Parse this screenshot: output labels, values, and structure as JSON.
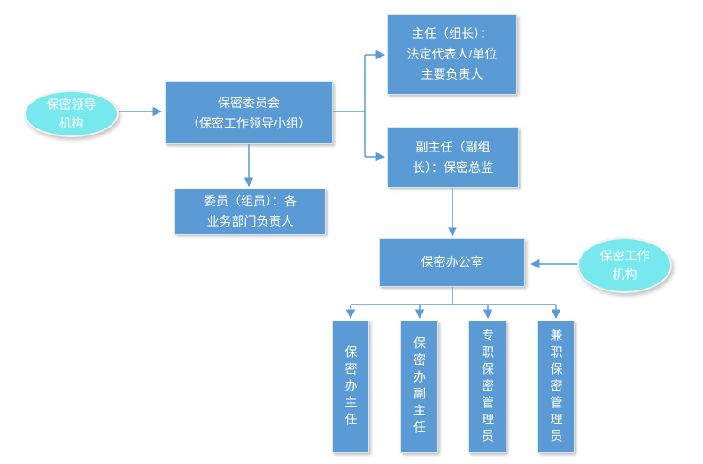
{
  "diagram": {
    "ellipses": {
      "leadership": {
        "lines": [
          "保密领导",
          "机构"
        ]
      },
      "work": {
        "lines": [
          "保密工作",
          "机构"
        ]
      }
    },
    "boxes": {
      "committee": {
        "lines": [
          "保密委员会",
          "（保密工作领导小组）"
        ]
      },
      "director": {
        "lines": [
          "主任（组长）：",
          "法定代表人/单位",
          "主要负责人"
        ]
      },
      "deputy": {
        "lines": [
          "副主任（副组",
          "长）：保密总监"
        ]
      },
      "members": {
        "lines": [
          "委员（组员）：各",
          "业务部门负责人"
        ]
      },
      "office": {
        "label": "保密办公室"
      },
      "office_director": {
        "label": "保密办主任"
      },
      "office_deputy": {
        "label": "保密办副主任"
      },
      "fulltime_admin": {
        "label": "专职保密管理员"
      },
      "parttime_admin": {
        "label": "兼职保密管理员"
      }
    },
    "colors": {
      "box_fill": "#5B9BD5",
      "box_border": "#D9E6F4",
      "ellipse_fill": "#76E8EE",
      "ellipse_border": "#F0F0F0",
      "connector": "#5B9BD5",
      "text_color": "#FFFFFF"
    }
  }
}
